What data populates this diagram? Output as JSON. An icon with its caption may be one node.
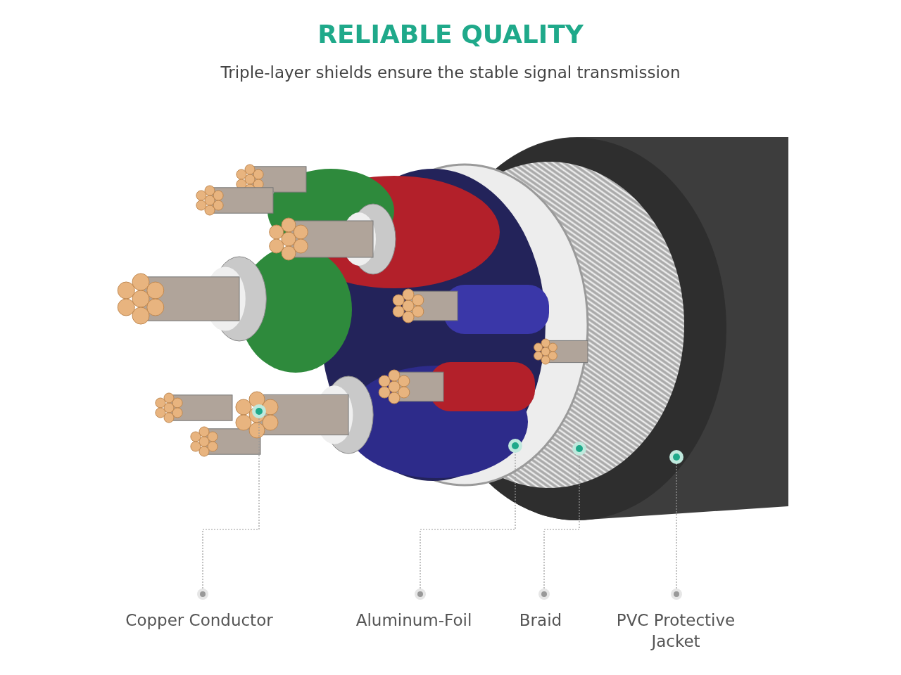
{
  "diagram": {
    "title": "RELIABLE QUALITY",
    "nodes": [
      {
        "text": [
          "Copper Conductor"
        ]
      },
      {
        "text": [
          "Aluminum-Foil"
        ]
      },
      {
        "text": [
          "Braid"
        ]
      },
      {
        "text": [
          "PVC Protective Jacket"
        ]
      }
    ],
    "edges": [
      {
        "from": 0,
        "to": null,
        "arrow": "other"
      },
      {
        "from": 1,
        "to": null,
        "arrow": "other"
      },
      {
        "from": 2,
        "to": null,
        "arrow": "other"
      },
      {
        "from": 3,
        "to": null,
        "arrow": "other"
      }
    ],
    "labels": [
      "Triple-layer shields ensure the stable signal transmission"
    ]
  }
}
